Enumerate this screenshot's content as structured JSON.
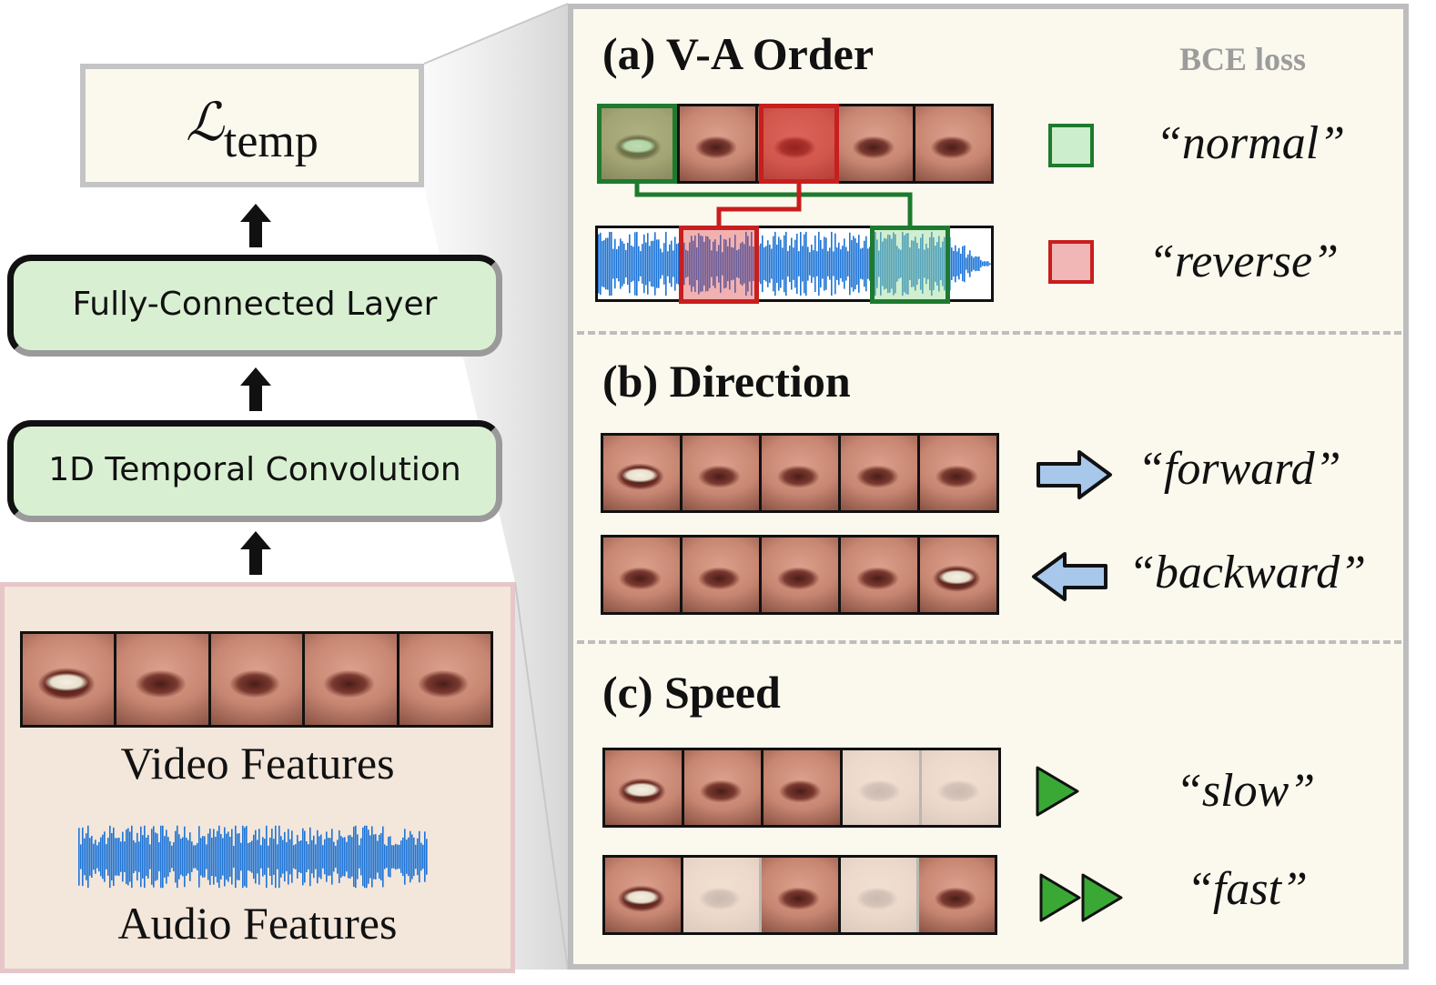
{
  "loss": {
    "symbol": "ℒ",
    "subscript": "temp"
  },
  "layers": {
    "fc": "Fully-Connected Layer",
    "conv": "1D Temporal Convolution"
  },
  "features": {
    "video": "Video Features",
    "audio": "Audio Features"
  },
  "panel": {
    "bce": "BCE loss",
    "va_order": {
      "title": "(a) V-A Order",
      "normal": "“normal”",
      "reverse": "“reverse”"
    },
    "direction": {
      "title": "(b) Direction",
      "forward": "“forward”",
      "backward": "“backward”"
    },
    "speed": {
      "title": "(c) Speed",
      "slow": "“slow”",
      "fast": "“fast”"
    }
  },
  "colors": {
    "green": "#1e7a2e",
    "red": "#c81e1e",
    "arrow_blue": "#a7c8ea",
    "play_green": "#3aa835",
    "layer_fill": "#d9efd2",
    "panel_fill": "#fbf9ee",
    "feature_fill": "#f3e6da"
  }
}
